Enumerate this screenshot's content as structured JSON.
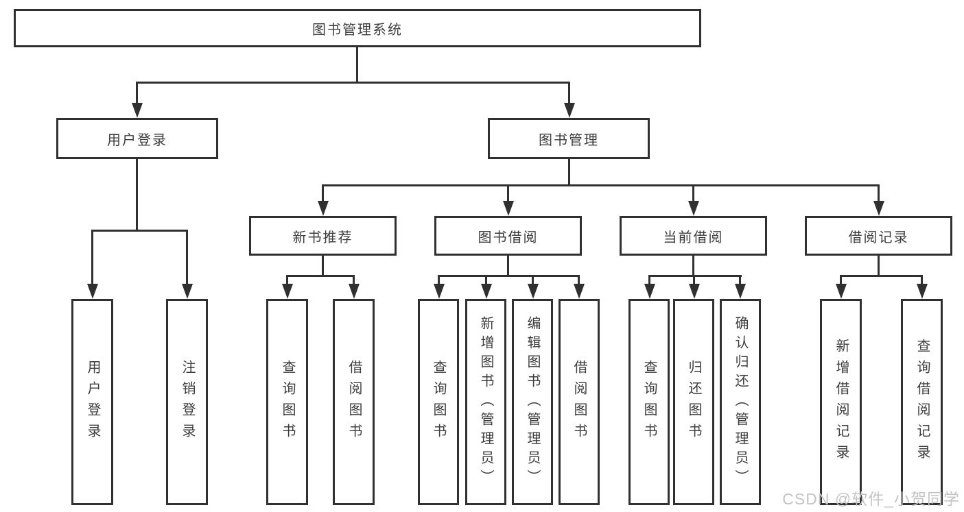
{
  "tree": {
    "root": {
      "label": "图书管理系统",
      "children": {
        "user_login": {
          "label": "用户登录",
          "children": {
            "login": {
              "label": "用户登录"
            },
            "logout": {
              "label": "注销登录"
            }
          }
        },
        "book_management": {
          "label": "图书管理",
          "children": {
            "new_book_recommend": {
              "label": "新书推荐",
              "children": {
                "query_books": {
                  "label": "查询图书"
                },
                "borrow_books": {
                  "label": "借阅图书"
                }
              }
            },
            "book_borrow": {
              "label": "图书借阅",
              "children": {
                "query_books": {
                  "label": "查询图书"
                },
                "add_books": {
                  "label": "新增图书（管理员）"
                },
                "edit_books": {
                  "label": "编辑图书（管理员）"
                },
                "borrow_books": {
                  "label": "借阅图书"
                }
              }
            },
            "current_borrow": {
              "label": "当前借阅",
              "children": {
                "query_books": {
                  "label": "查询图书"
                },
                "return_books": {
                  "label": "归还图书"
                },
                "confirm_return": {
                  "label": "确认归还（管理员）"
                }
              }
            },
            "borrow_records": {
              "label": "借阅记录",
              "children": {
                "add_record": {
                  "label": "新增借阅记录"
                },
                "query_record": {
                  "label": "查询借阅记录"
                }
              }
            }
          }
        }
      }
    }
  },
  "watermark": {
    "text": "CSDN @软件_小贺同学"
  },
  "colors": {
    "line": "#303030",
    "text": "#3d3d3d",
    "box_bg": "#ffffff",
    "watermark": "#c4c4c4",
    "background": "#ffffff"
  }
}
